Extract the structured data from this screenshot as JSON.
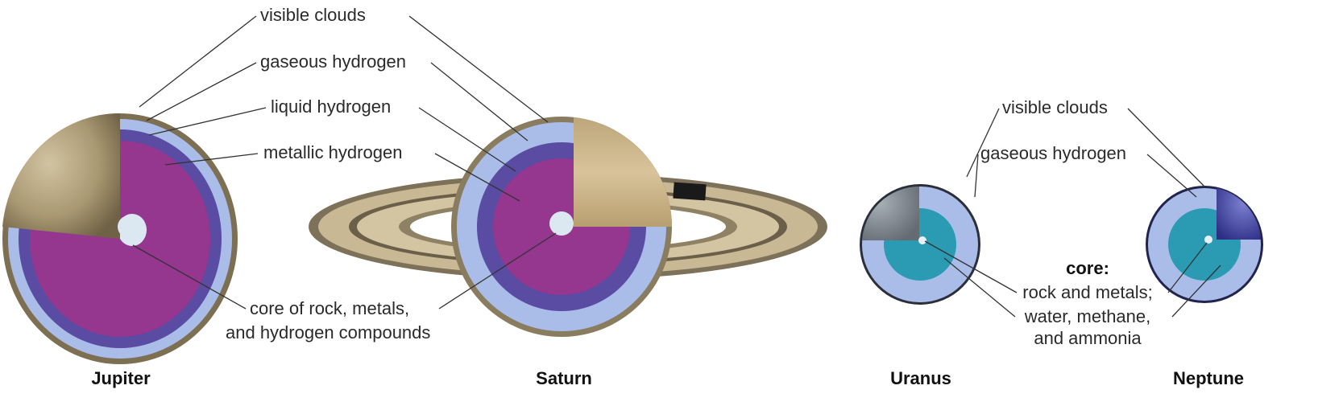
{
  "planets": {
    "jupiter": "Jupiter",
    "saturn": "Saturn",
    "uranus": "Uranus",
    "neptune": "Neptune"
  },
  "gas_giant_labels": {
    "visible_clouds": "visible clouds",
    "gaseous_hydrogen": "gaseous hydrogen",
    "liquid_hydrogen": "liquid hydrogen",
    "metallic_hydrogen": "metallic hydrogen",
    "core_line1": "core of rock, metals,",
    "core_line2": "and hydrogen compounds"
  },
  "ice_giant_labels": {
    "visible_clouds": "visible clouds",
    "gaseous_hydrogen": "gaseous hydrogen",
    "core_title": "core:",
    "core_line1": "rock and metals;",
    "core_line2": "water, methane,",
    "core_line3": "and ammonia"
  },
  "colors": {
    "gaseous_hydrogen": "#a9bde8",
    "liquid_hydrogen": "#5a4ba3",
    "metallic_hydrogen": "#95368f",
    "core": "#dbe8f2",
    "water_methane_ammonia": "#2a9bb2"
  }
}
